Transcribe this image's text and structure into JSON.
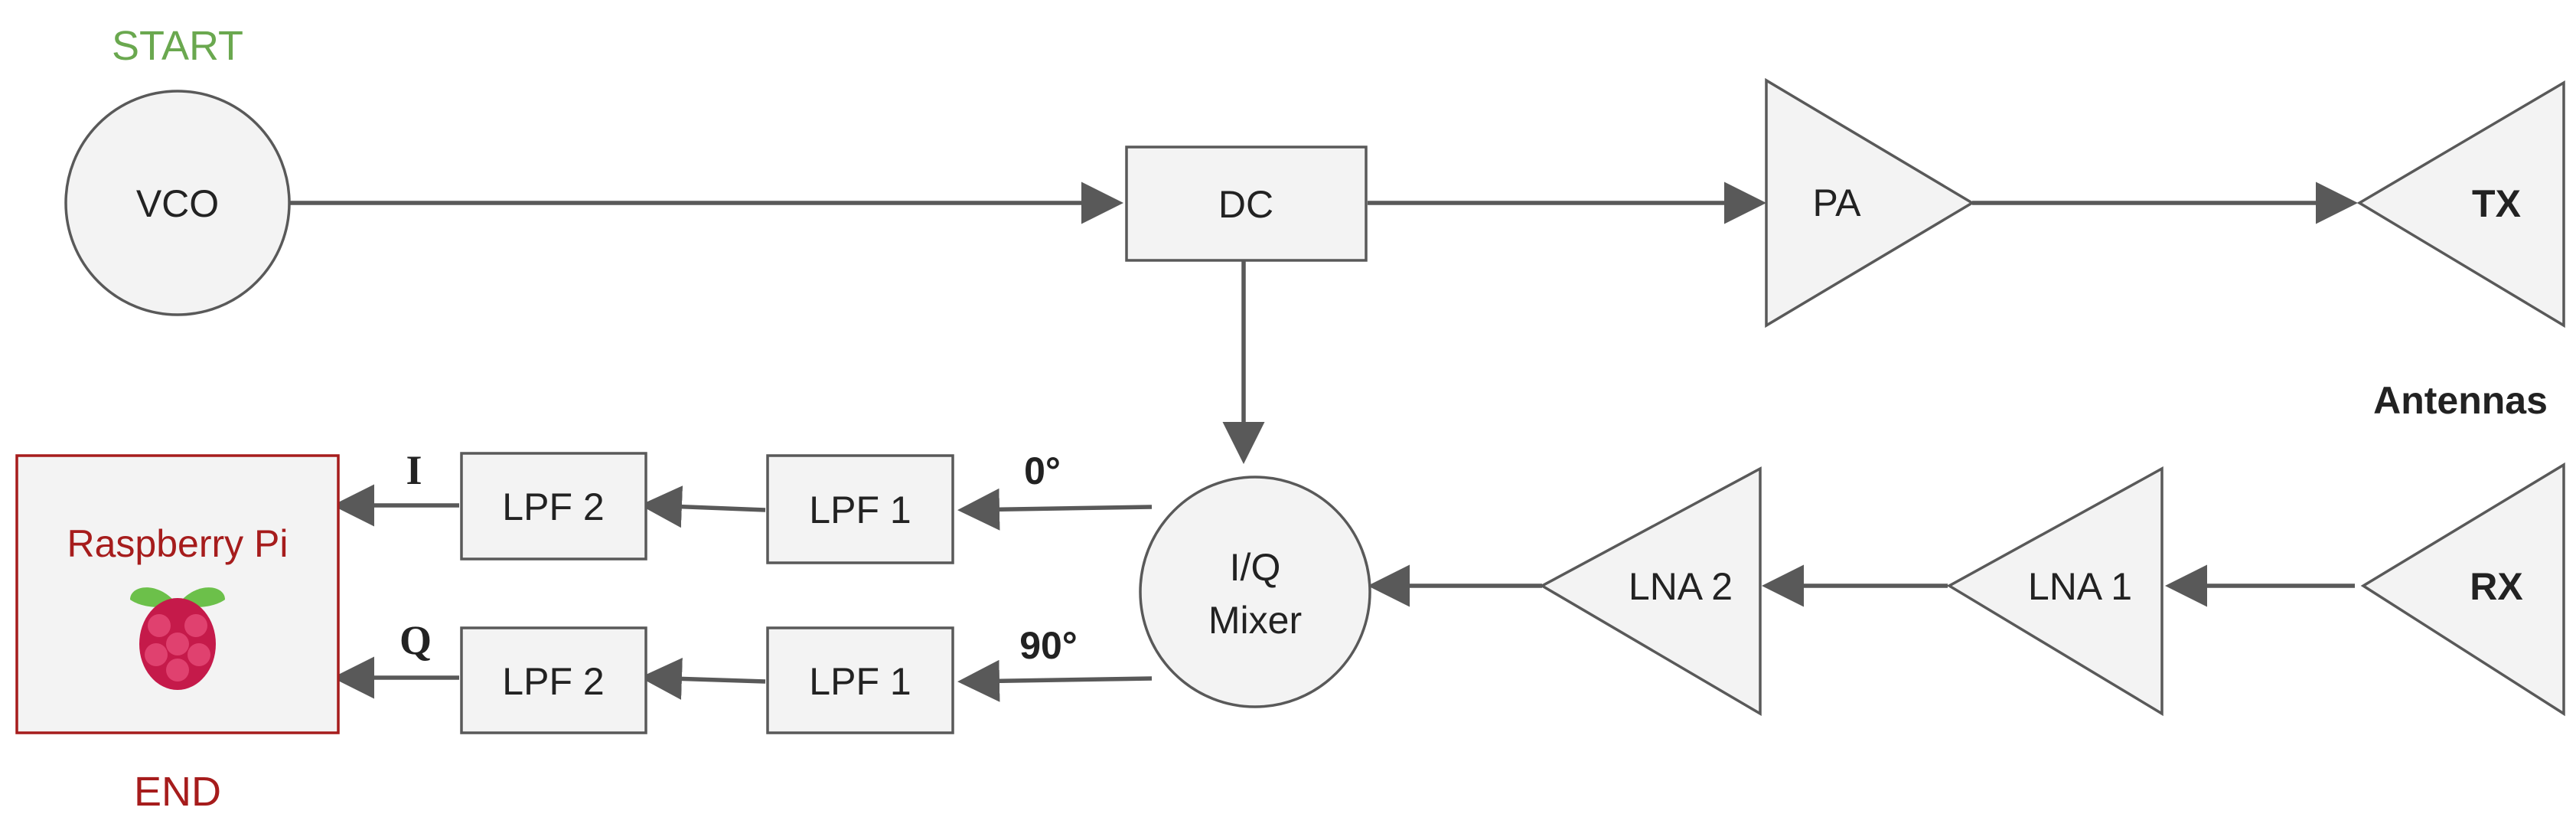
{
  "labels": {
    "start": "START",
    "end": "END",
    "antennas": "Antennas",
    "vco": "VCO",
    "dc": "DC",
    "pa": "PA",
    "tx": "TX",
    "rx": "RX",
    "lna1": "LNA 1",
    "lna2": "LNA 2",
    "mixer_line1": "I/Q",
    "mixer_line2": "Mixer",
    "lpf1": "LPF 1",
    "lpf2": "LPF 2",
    "phase_i": "0°",
    "phase_q": "90°",
    "signal_i": "I",
    "signal_q": "Q",
    "raspberry_pi": "Raspberry Pi"
  },
  "colors": {
    "start": "#6aa84f",
    "end": "#a61c1c",
    "node_fill": "#f3f3f3",
    "stroke": "#595959",
    "raspberry_pi_border": "#a61c1c",
    "raspberry_pi_text": "#a61c1c",
    "raspberry_icon": "#c51a4a",
    "leaf_icon": "#6cc04a"
  },
  "icons": {
    "raspberry_pi_logo": "raspberry-pi-logo"
  }
}
